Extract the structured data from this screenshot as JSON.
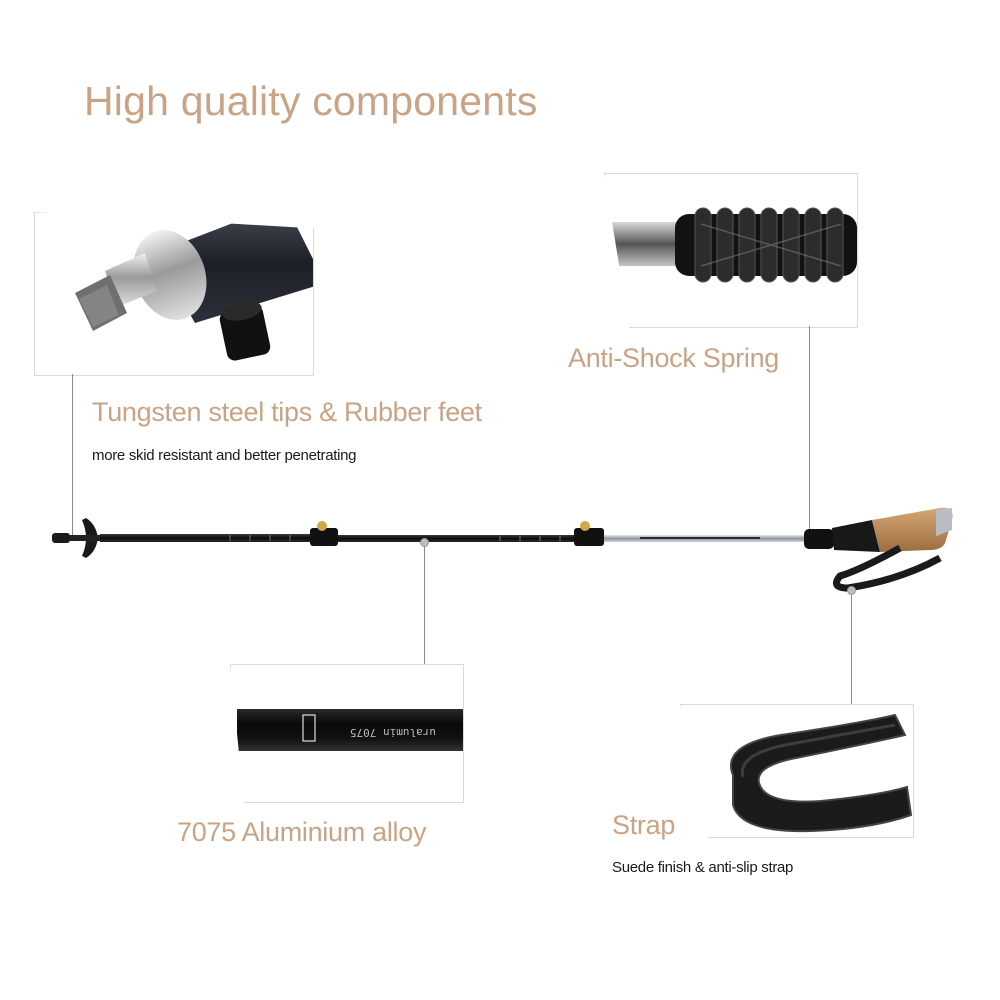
{
  "title": "High quality components",
  "features": {
    "tips": {
      "label": "Tungsten steel tips & Rubber feet",
      "sub": "more skid resistant and better penetrating"
    },
    "spring": {
      "label": "Anti-Shock Spring"
    },
    "alloy": {
      "label": "7075 Aluminium alloy",
      "shaft_text": "uralumin 7075"
    },
    "strap": {
      "label": "Strap",
      "sub": "Suede finish & anti-slip strap"
    }
  },
  "colors": {
    "accent_text": "#c9a385",
    "pole_black": "#141414",
    "pole_silver": "#b8bec6",
    "cork": "#b98a5a"
  }
}
